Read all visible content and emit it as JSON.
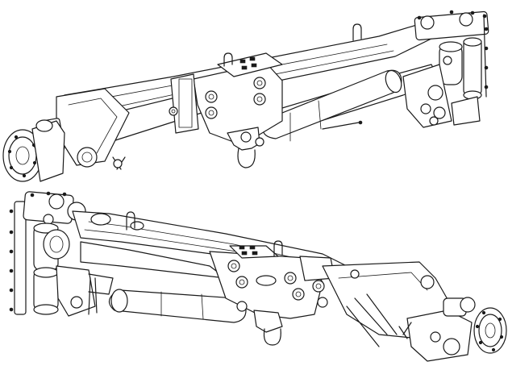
{
  "figure": {
    "views": [
      {
        "id": "upper-view",
        "name": "axle-assembly-view-1"
      },
      {
        "id": "lower-view",
        "name": "axle-assembly-view-2"
      }
    ],
    "colors": {
      "line": "#1a1a1a",
      "background": "#ffffff"
    }
  }
}
